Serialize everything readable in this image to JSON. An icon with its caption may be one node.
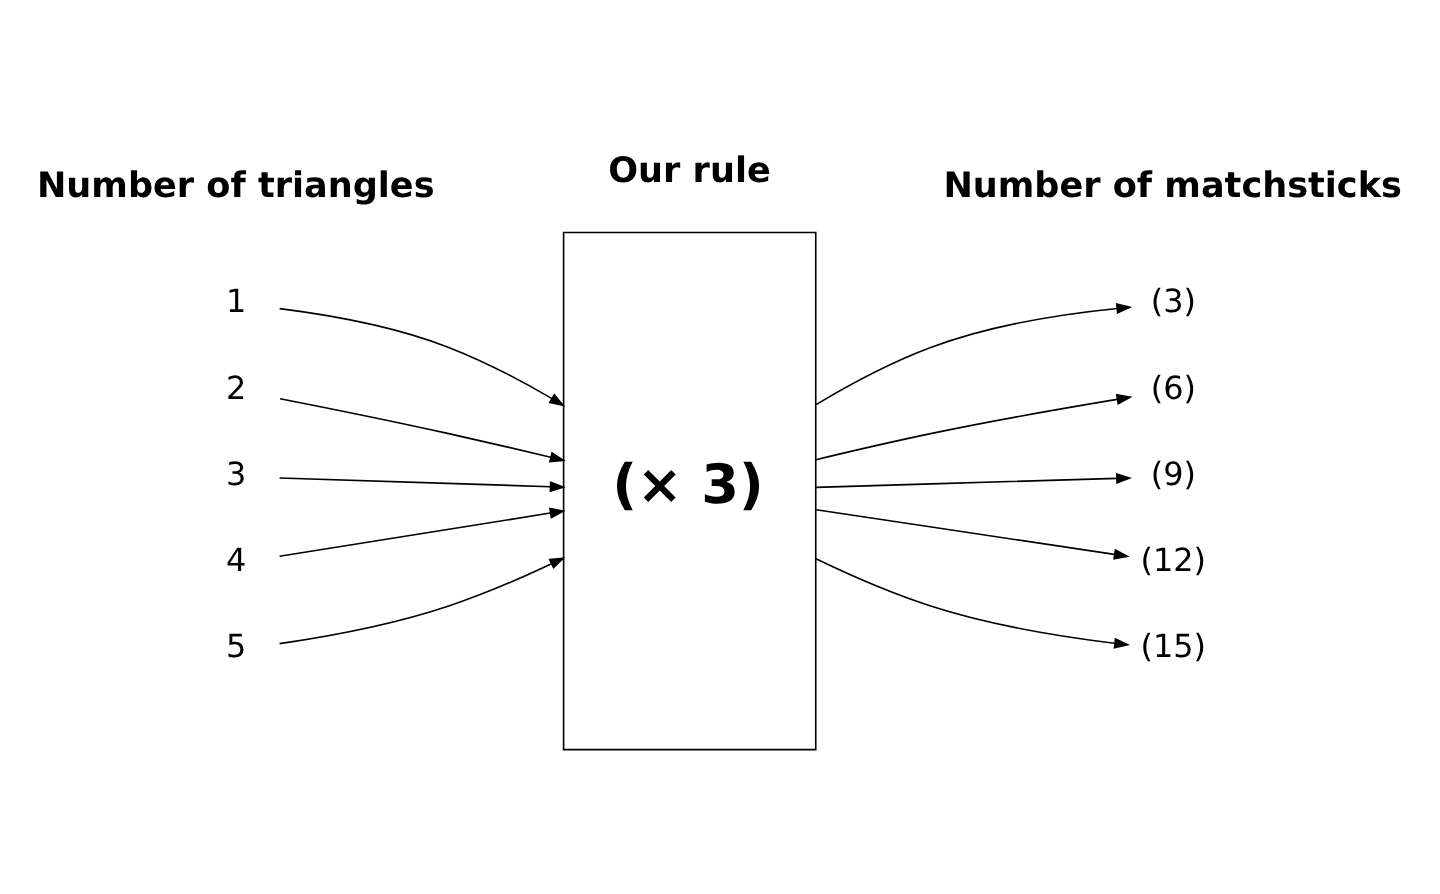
{
  "diagram": {
    "nodes": [
      {
        "text": [
          "1"
        ]
      },
      {
        "text": [
          "2"
        ]
      },
      {
        "text": [
          "3"
        ]
      },
      {
        "text": [
          "4"
        ]
      },
      {
        "text": [
          "5"
        ]
      },
      {
        "text": [
          "(× 3)"
        ]
      },
      {
        "text": [
          "(3)"
        ]
      },
      {
        "text": [
          "(6)"
        ]
      },
      {
        "text": [
          "(9)"
        ]
      },
      {
        "text": [
          "(12)"
        ]
      },
      {
        "text": [
          "(15)"
        ]
      }
    ],
    "edges": [
      {
        "from": 0,
        "to": 5,
        "arrow": "to"
      },
      {
        "from": 1,
        "to": 5,
        "arrow": "to"
      },
      {
        "from": 2,
        "to": 5,
        "arrow": "to"
      },
      {
        "from": 3,
        "to": 5,
        "arrow": "to"
      },
      {
        "from": 4,
        "to": 5,
        "arrow": "to"
      },
      {
        "from": 5,
        "to": 6,
        "arrow": "to"
      },
      {
        "from": 5,
        "to": 7,
        "arrow": "to"
      },
      {
        "from": 5,
        "to": 8,
        "arrow": "to"
      },
      {
        "from": 5,
        "to": 9,
        "arrow": "to"
      },
      {
        "from": 5,
        "to": 10,
        "arrow": "to"
      }
    ],
    "labels": [
      "Number of triangles",
      "Our rule",
      "Number of matchsticks"
    ]
  }
}
